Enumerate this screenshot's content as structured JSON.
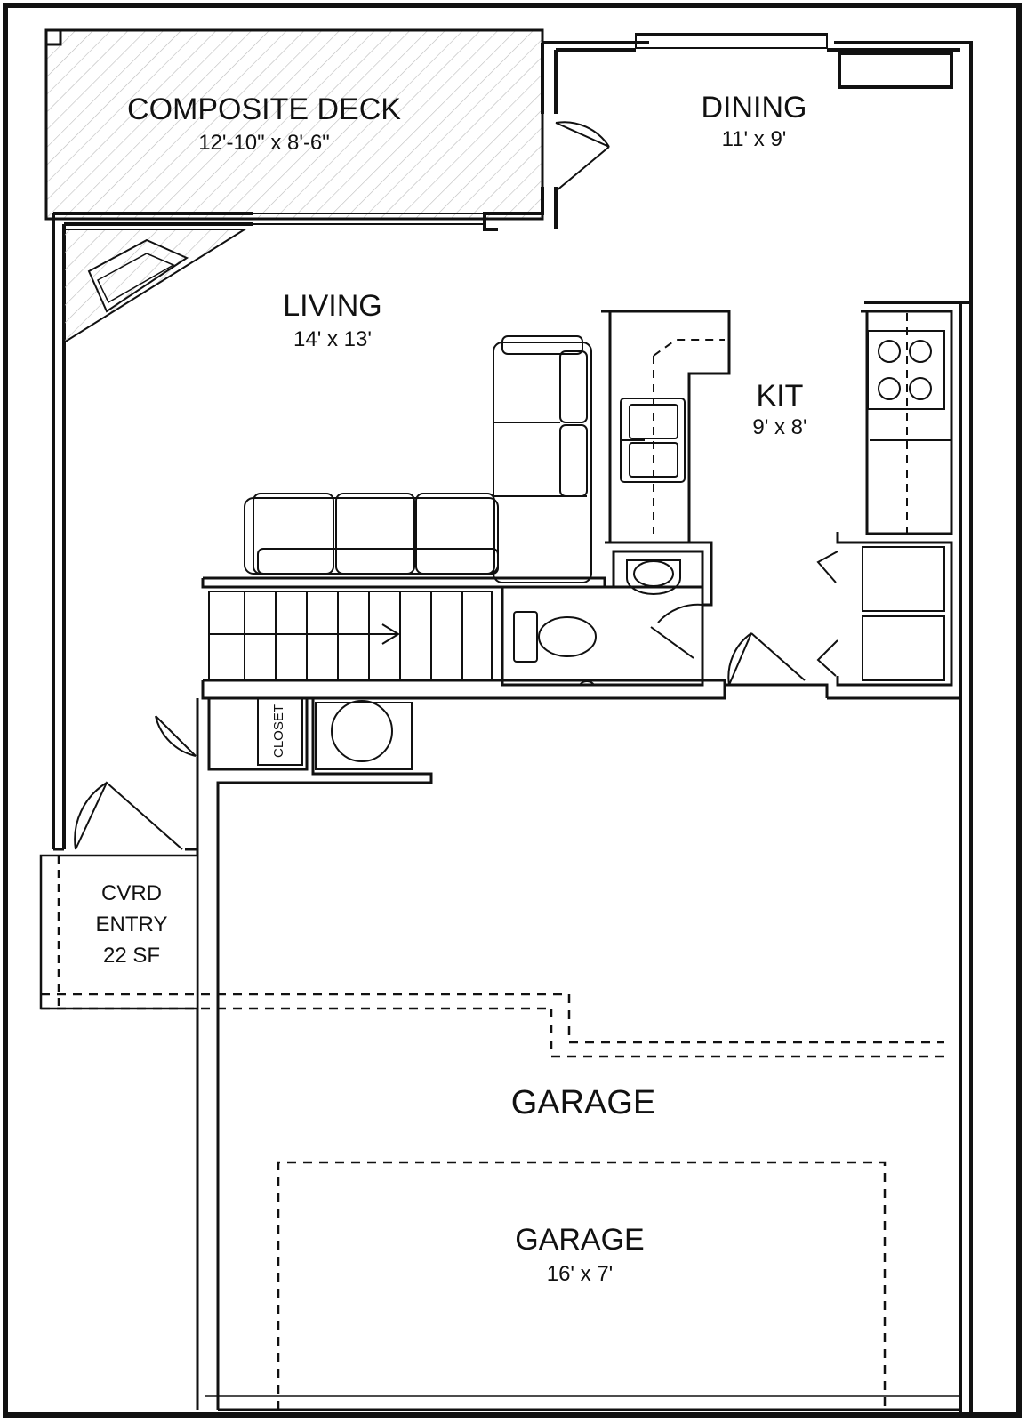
{
  "rooms": {
    "deck": {
      "name": "COMPOSITE DECK",
      "size": "12'-10\" x 8'-6\""
    },
    "dining": {
      "name": "DINING",
      "size": "11' x 9'"
    },
    "living": {
      "name": "LIVING",
      "size": "14' x 13'"
    },
    "kitchen": {
      "name": "KIT",
      "size": "9' x 8'"
    },
    "closet": {
      "name": "CLOSET"
    },
    "entry": {
      "line1": "CVRD",
      "line2": "ENTRY",
      "line3": "22 SF"
    },
    "garage_area": {
      "name": "GARAGE"
    },
    "garage_door": {
      "name": "GARAGE",
      "size": "16' x 7'"
    }
  }
}
